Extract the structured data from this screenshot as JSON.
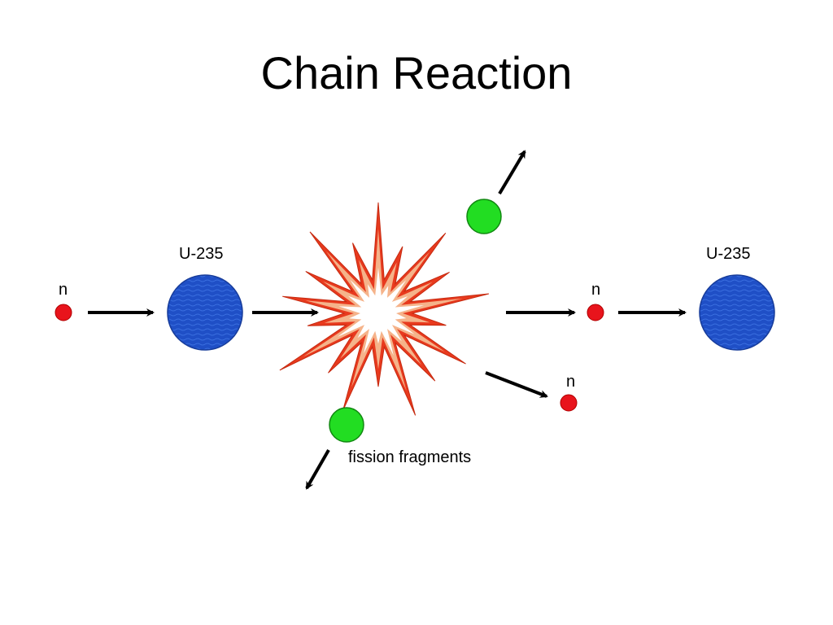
{
  "title": "Chain Reaction",
  "labels": {
    "neutron_incoming": "n",
    "uranium_left": "U-235",
    "neutron_released_middle": "n",
    "uranium_right": "U-235",
    "neutron_released_lower": "n",
    "fission_fragments": "fission fragments"
  },
  "colors": {
    "neutron": "#e8141c",
    "uranium": "#1f4fc6",
    "uranium_stripe": "#2a62d8",
    "fragment": "#22dd22",
    "burst_outer": "#e83a1e",
    "burst_glow": "#f5b38a",
    "burst_core": "#ffffff",
    "arrow": "#000000"
  }
}
